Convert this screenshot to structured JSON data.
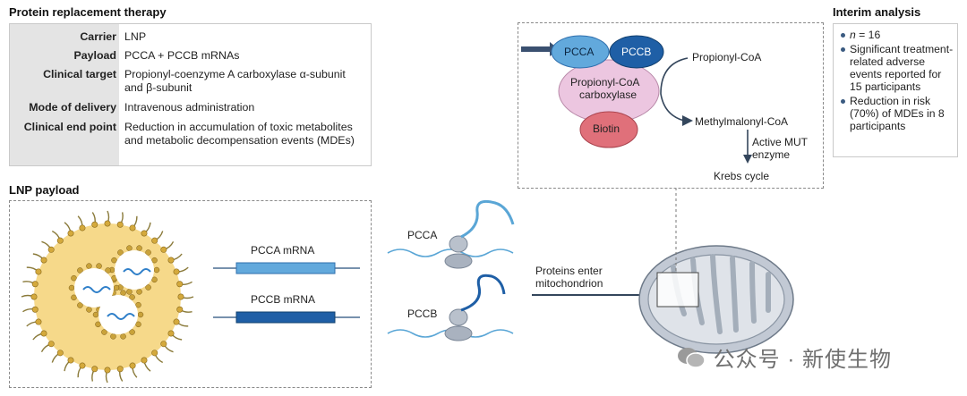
{
  "therapy": {
    "title": "Protein replacement therapy",
    "rows": [
      {
        "key": "Carrier",
        "value": "LNP"
      },
      {
        "key": "Payload",
        "value": "PCCA + PCCB mRNAs"
      },
      {
        "key": "Clinical target",
        "value": "Propionyl-coenzyme A carboxylase α-subunit and β-subunit"
      },
      {
        "key": "Mode of delivery",
        "value": "Intravenous administration"
      },
      {
        "key": "Clinical end point",
        "value": "Reduction in accumulation of toxic metabolites and metabolic decompensation events (MDEs)"
      }
    ]
  },
  "payload": {
    "title": "LNP payload",
    "pcca_mrna": "PCCA mRNA",
    "pccb_mrna": "PCCB mRNA"
  },
  "translation": {
    "pcca": "PCCA",
    "pccb": "PCCB",
    "arrow_label_line1": "Proteins enter",
    "arrow_label_line2": "mitochondrion"
  },
  "enzyme": {
    "pcca": "PCCA",
    "pccb": "PCCB",
    "complex_line1": "Propionyl-CoA",
    "complex_line2": "carboxylase",
    "biotin": "Biotin",
    "substrate": "Propionyl-CoA",
    "product": "Methylmalonyl-CoA",
    "mut_line1": "Active MUT",
    "mut_line2": "enzyme",
    "krebs": "Krebs cycle"
  },
  "interim": {
    "title": "Interim analysis",
    "n_var": "n",
    "n_value": " = 16",
    "items": [
      "Significant treatment-related adverse events reported for 15 participants",
      "Reduction in risk (70%) of MDEs in 8 participants"
    ]
  },
  "watermark": "公众号 · 新使生物",
  "colors": {
    "pcca_light_blue": "#62a9dc",
    "pccb_dark_blue": "#1f5fa6",
    "complex_pink": "#ecc6e0",
    "biotin_red": "#e0707a",
    "lnp_yellow": "#f6d98a",
    "mrna_blue": "#2f7fc9"
  }
}
